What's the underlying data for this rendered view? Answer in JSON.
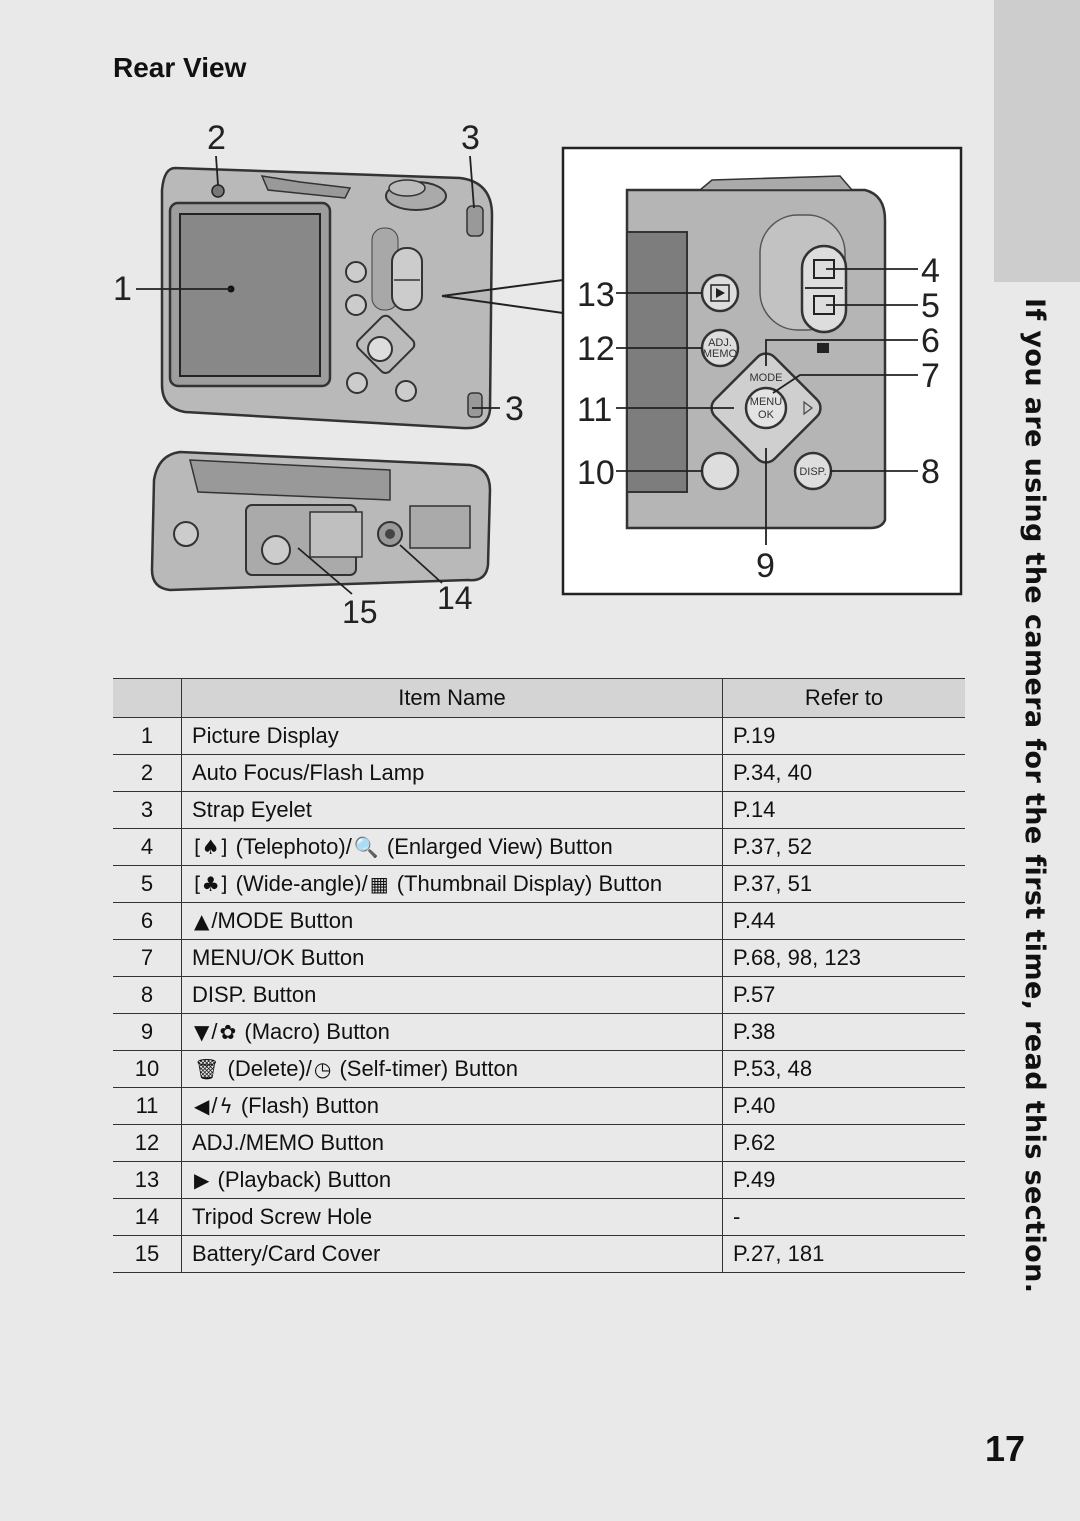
{
  "page": {
    "section_title": "Rear View",
    "side_tab_text": "If you are using the camera for the first time, read this section.",
    "page_number": "17"
  },
  "figure": {
    "callouts": [
      "1",
      "2",
      "3",
      "3",
      "4",
      "5",
      "6",
      "7",
      "8",
      "9",
      "10",
      "11",
      "12",
      "13",
      "14",
      "15"
    ],
    "button_labels": {
      "mode": "MODE",
      "menu": "MENU",
      "ok": "OK",
      "adj": "ADJ.",
      "memo": "MEMO",
      "disp": "DISP."
    }
  },
  "table": {
    "headers": {
      "num": "",
      "name": "Item Name",
      "ref": "Refer to"
    },
    "rows": [
      {
        "num": "1",
        "icon1": "",
        "pre": "",
        "icon2": "",
        "post": "Picture Display",
        "ref": "P.19"
      },
      {
        "num": "2",
        "icon1": "",
        "pre": "",
        "icon2": "",
        "post": "Auto Focus/Flash Lamp",
        "ref": "P.34, 40"
      },
      {
        "num": "3",
        "icon1": "",
        "pre": "",
        "icon2": "",
        "post": "Strap Eyelet",
        "ref": "P.14"
      },
      {
        "num": "4",
        "icon1": "[♠]",
        "pre": " (Telephoto)/",
        "icon2": "🔍",
        "post": " (Enlarged View) Button",
        "ref": "P.37, 52"
      },
      {
        "num": "5",
        "icon1": "[♣]",
        "pre": " (Wide-angle)/",
        "icon2": "▦",
        "post": " (Thumbnail Display) Button",
        "ref": "P.37, 51"
      },
      {
        "num": "6",
        "icon1": "▲",
        "pre": "/MODE Button",
        "icon2": "",
        "post": "",
        "ref": "P.44"
      },
      {
        "num": "7",
        "icon1": "",
        "pre": "",
        "icon2": "",
        "post": "MENU/OK Button",
        "ref": "P.68, 98, 123"
      },
      {
        "num": "8",
        "icon1": "",
        "pre": "",
        "icon2": "",
        "post": "DISP. Button",
        "ref": "P.57"
      },
      {
        "num": "9",
        "icon1": "▼",
        "pre": "/",
        "icon2": "✿",
        "post": " (Macro) Button",
        "ref": "P.38"
      },
      {
        "num": "10",
        "icon1": "🗑",
        "pre": " (Delete)/",
        "icon2": "◷",
        "post": " (Self-timer) Button",
        "ref": "P.53, 48"
      },
      {
        "num": "11",
        "icon1": "◀",
        "pre": "/",
        "icon2": "ϟ",
        "post": " (Flash) Button",
        "ref": "P.40"
      },
      {
        "num": "12",
        "icon1": "",
        "pre": "",
        "icon2": "",
        "post": "ADJ./MEMO Button",
        "ref": "P.62"
      },
      {
        "num": "13",
        "icon1": "▶",
        "pre": " (Playback) Button",
        "icon2": "",
        "post": "",
        "ref": "P.49"
      },
      {
        "num": "14",
        "icon1": "",
        "pre": "",
        "icon2": "",
        "post": "Tripod Screw Hole",
        "ref": "-"
      },
      {
        "num": "15",
        "icon1": "",
        "pre": "",
        "icon2": "",
        "post": "Battery/Card Cover",
        "ref": "P.27, 181"
      }
    ]
  }
}
